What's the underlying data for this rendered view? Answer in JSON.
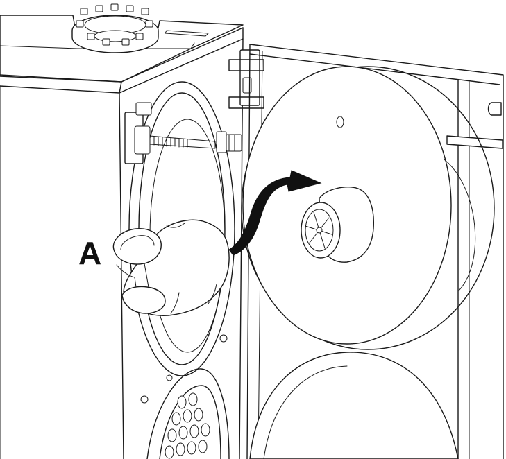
{
  "callout": {
    "label": "A"
  },
  "colors": {
    "line": "#1a1a1a",
    "background": "#ffffff",
    "arrow": "#111111"
  },
  "icons": [
    "flange-bolts",
    "hinge-bolt",
    "door-hinge",
    "turbulator-insulation-sleeve",
    "burner-tube",
    "curved-arrow"
  ]
}
